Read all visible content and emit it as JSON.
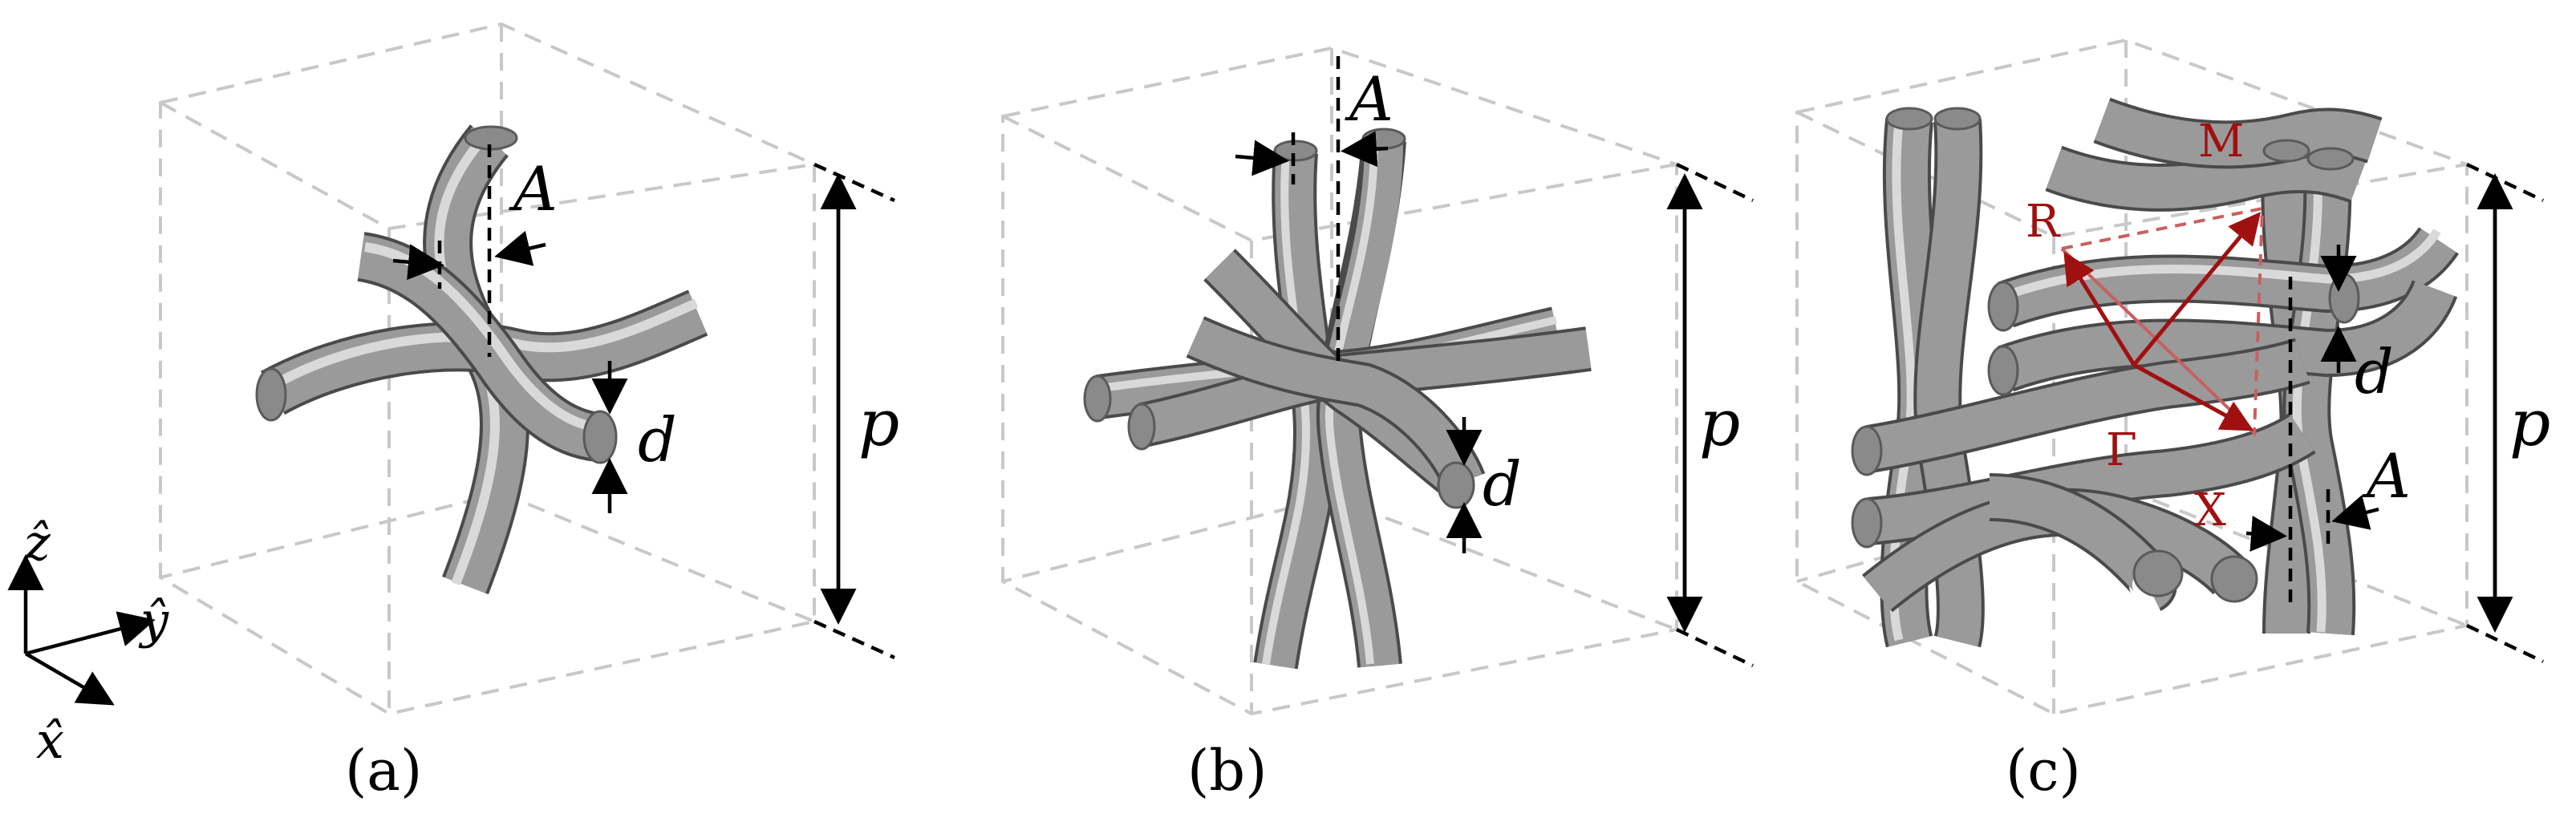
{
  "panels": [
    {
      "caption": "(a)",
      "labels": {
        "A": "A",
        "d": "d",
        "p": "p"
      }
    },
    {
      "caption": "(b)",
      "labels": {
        "A": "A",
        "d": "d",
        "p": "p"
      }
    },
    {
      "caption": "(c)",
      "labels": {
        "A": "A",
        "d": "d",
        "p": "p"
      },
      "brillouin": {
        "R": "R",
        "M": "M",
        "G": "Γ",
        "X": "X"
      }
    }
  ],
  "axes": {
    "z": "ẑ",
    "y": "ŷ",
    "x": "x̂"
  },
  "colors": {
    "rod": "#9a9a9a",
    "box": "#c8c8c8",
    "brillouin": "#a01010"
  }
}
